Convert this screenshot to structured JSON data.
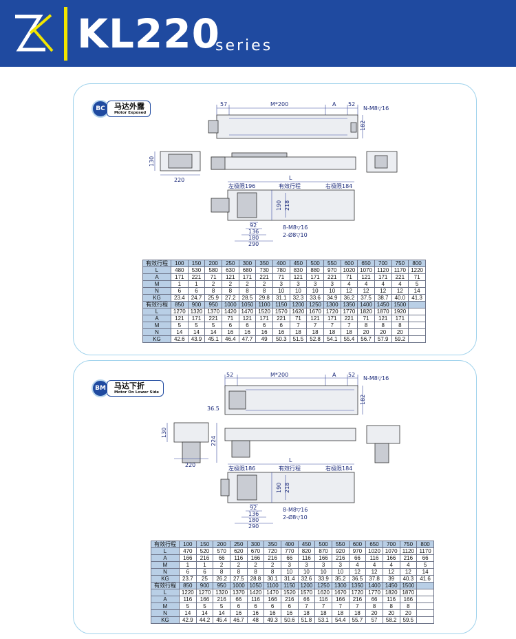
{
  "header": {
    "title": "KL220",
    "subtitle": "series"
  },
  "colors": {
    "header_bg": "#1f4aa0",
    "accent_bar": "#f2e600",
    "panel_border": "#9fd2ec",
    "table_header": "#b9cfe6"
  },
  "sections": [
    {
      "badge": {
        "code": "BC",
        "title": "马达外露",
        "subtitle": "Motor Exposed"
      },
      "labels": {
        "top": [
          "57",
          "M*200",
          "A",
          "52",
          "N-M8▽16",
          "182"
        ],
        "side": [
          "130",
          "220"
        ],
        "bottom": [
          "L",
          "左极限196",
          "有效行程",
          "右极限184",
          "190",
          "218",
          "92",
          "136",
          "180",
          "290",
          "8-M8▽16",
          "2-Ø8▽10"
        ]
      },
      "table": {
        "rows": [
          [
            "有效行程",
            "100",
            "150",
            "200",
            "250",
            "300",
            "350",
            "400",
            "450",
            "500",
            "550",
            "600",
            "650",
            "700",
            "750",
            "800"
          ],
          [
            "L",
            "480",
            "530",
            "580",
            "630",
            "680",
            "730",
            "780",
            "830",
            "880",
            "970",
            "1020",
            "1070",
            "1120",
            "1170",
            "1220"
          ],
          [
            "A",
            "171",
            "221",
            "71",
            "121",
            "171",
            "221",
            "71",
            "121",
            "171",
            "221",
            "71",
            "121",
            "171",
            "221",
            "71"
          ],
          [
            "M",
            "1",
            "1",
            "2",
            "2",
            "2",
            "2",
            "3",
            "3",
            "3",
            "3",
            "4",
            "4",
            "4",
            "4",
            "5"
          ],
          [
            "N",
            "6",
            "6",
            "8",
            "8",
            "8",
            "8",
            "10",
            "10",
            "10",
            "10",
            "12",
            "12",
            "12",
            "12",
            "14"
          ],
          [
            "KG",
            "23.4",
            "24.7",
            "25.9",
            "27.2",
            "28.5",
            "29.8",
            "31.1",
            "32.3",
            "33.6",
            "34.9",
            "36.2",
            "37.5",
            "38.7",
            "40.0",
            "41.3"
          ],
          [
            "有效行程",
            "850",
            "900",
            "950",
            "1000",
            "1050",
            "1100",
            "1150",
            "1200",
            "1250",
            "1300",
            "1350",
            "1400",
            "1450",
            "1500",
            ""
          ],
          [
            "L",
            "1270",
            "1320",
            "1370",
            "1420",
            "1470",
            "1520",
            "1570",
            "1620",
            "1670",
            "1720",
            "1770",
            "1820",
            "1870",
            "1920",
            ""
          ],
          [
            "A",
            "121",
            "171",
            "221",
            "71",
            "121",
            "171",
            "221",
            "71",
            "121",
            "171",
            "221",
            "71",
            "121",
            "171",
            ""
          ],
          [
            "M",
            "5",
            "5",
            "5",
            "6",
            "6",
            "6",
            "6",
            "7",
            "7",
            "7",
            "7",
            "8",
            "8",
            "8",
            ""
          ],
          [
            "N",
            "14",
            "14",
            "14",
            "16",
            "16",
            "16",
            "16",
            "18",
            "18",
            "18",
            "18",
            "20",
            "20",
            "20",
            ""
          ],
          [
            "KG",
            "42.6",
            "43.9",
            "45.1",
            "46.4",
            "47.7",
            "49",
            "50.3",
            "51.5",
            "52.8",
            "54.1",
            "55.4",
            "56.7",
            "57.9",
            "59.2",
            ""
          ]
        ]
      }
    },
    {
      "badge": {
        "code": "BM",
        "title": "马达下折",
        "subtitle": "Motor On Lower Side"
      },
      "labels": {
        "top": [
          "52",
          "M*200",
          "A",
          "52",
          "N-M8▽16",
          "182",
          "36.5"
        ],
        "side": [
          "130",
          "224",
          "220"
        ],
        "bottom": [
          "L",
          "左极限186",
          "有效行程",
          "右极限184",
          "190",
          "218",
          "92",
          "136",
          "180",
          "290",
          "8-M8▽16",
          "2-Ø8▽10"
        ]
      },
      "table": {
        "rows": [
          [
            "有效行程",
            "100",
            "150",
            "200",
            "250",
            "300",
            "350",
            "400",
            "450",
            "500",
            "550",
            "600",
            "650",
            "700",
            "750",
            "800"
          ],
          [
            "L",
            "470",
            "520",
            "570",
            "620",
            "670",
            "720",
            "770",
            "820",
            "870",
            "920",
            "970",
            "1020",
            "1070",
            "1120",
            "1170"
          ],
          [
            "A",
            "166",
            "216",
            "66",
            "116",
            "166",
            "216",
            "66",
            "116",
            "166",
            "216",
            "66",
            "116",
            "166",
            "216",
            "66"
          ],
          [
            "M",
            "1",
            "1",
            "2",
            "2",
            "2",
            "2",
            "3",
            "3",
            "3",
            "3",
            "4",
            "4",
            "4",
            "4",
            "5"
          ],
          [
            "N",
            "6",
            "6",
            "8",
            "8",
            "8",
            "8",
            "10",
            "10",
            "10",
            "10",
            "12",
            "12",
            "12",
            "12",
            "14"
          ],
          [
            "KG",
            "23.7",
            "25",
            "26.2",
            "27.5",
            "28.8",
            "30.1",
            "31.4",
            "32.6",
            "33.9",
            "35.2",
            "36.5",
            "37.8",
            "39",
            "40.3",
            "41.6"
          ],
          [
            "有效行程",
            "850",
            "900",
            "950",
            "1000",
            "1050",
            "1100",
            "1150",
            "1200",
            "1250",
            "1300",
            "1350",
            "1400",
            "1450",
            "1500",
            ""
          ],
          [
            "L",
            "1220",
            "1270",
            "1320",
            "1370",
            "1420",
            "1470",
            "1520",
            "1570",
            "1620",
            "1670",
            "1720",
            "1770",
            "1820",
            "1870",
            ""
          ],
          [
            "A",
            "116",
            "166",
            "216",
            "66",
            "116",
            "166",
            "216",
            "66",
            "116",
            "166",
            "216",
            "66",
            "116",
            "166",
            ""
          ],
          [
            "M",
            "5",
            "5",
            "5",
            "6",
            "6",
            "6",
            "6",
            "7",
            "7",
            "7",
            "7",
            "8",
            "8",
            "8",
            ""
          ],
          [
            "N",
            "14",
            "14",
            "14",
            "16",
            "16",
            "16",
            "16",
            "18",
            "18",
            "18",
            "18",
            "20",
            "20",
            "20",
            ""
          ],
          [
            "KG",
            "42.9",
            "44.2",
            "45.4",
            "46.7",
            "48",
            "49.3",
            "50.6",
            "51.8",
            "53.1",
            "54.4",
            "55.7",
            "57",
            "58.2",
            "59.5",
            ""
          ]
        ]
      }
    }
  ]
}
